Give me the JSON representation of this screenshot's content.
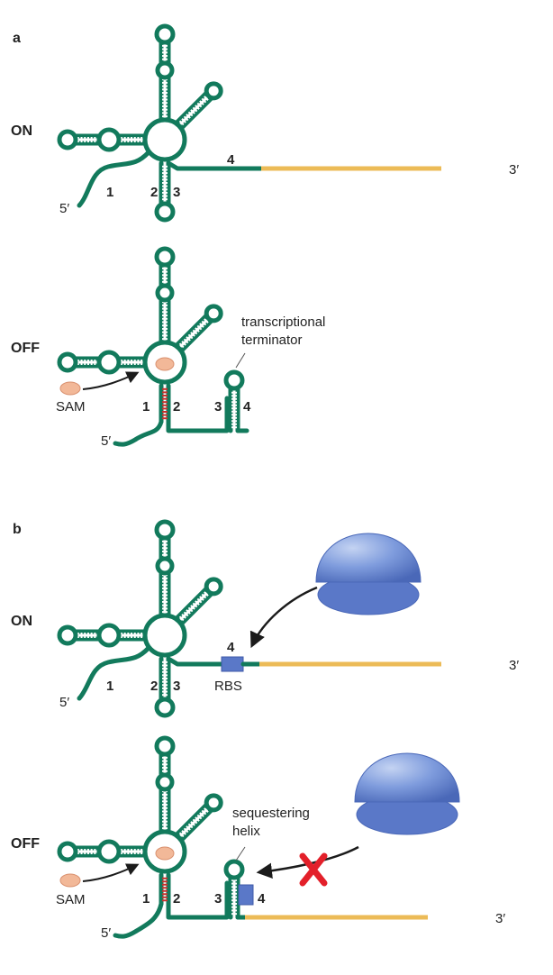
{
  "colors": {
    "rna": "#127a5c",
    "pair_white": "#ffffff",
    "pair_red": "#c9302c",
    "orf": "#ecbb57",
    "sam": "#f2b898",
    "sam_stroke": "#d9906e",
    "rbs": "#5a78c8",
    "ribosome": "#6e8fd6",
    "cross": "#e3202a",
    "arrow": "#1b1b1b"
  },
  "panel_a": {
    "panel_label": "a",
    "on_state": {
      "state_label": "ON",
      "five_prime": "5′",
      "three_prime": "3′",
      "seg1": "1",
      "seg2": "2",
      "seg3": "3",
      "seg4": "4"
    },
    "off_state": {
      "state_label": "OFF",
      "ligand_label": "SAM",
      "five_prime": "5′",
      "seg1": "1",
      "seg2": "2",
      "seg3": "3",
      "seg4": "4",
      "terminator_line1": "transcriptional",
      "terminator_line2": "terminator"
    }
  },
  "panel_b": {
    "panel_label": "b",
    "on_state": {
      "state_label": "ON",
      "five_prime": "5′",
      "three_prime": "3′",
      "seg1": "1",
      "seg2": "2",
      "seg3": "3",
      "seg4": "4",
      "rbs_label": "RBS"
    },
    "off_state": {
      "state_label": "OFF",
      "ligand_label": "SAM",
      "five_prime": "5′",
      "three_prime": "3′",
      "seg1": "1",
      "seg2": "2",
      "seg3": "3",
      "seg4": "4",
      "helix_line1": "sequestering",
      "helix_line2": "helix"
    }
  }
}
